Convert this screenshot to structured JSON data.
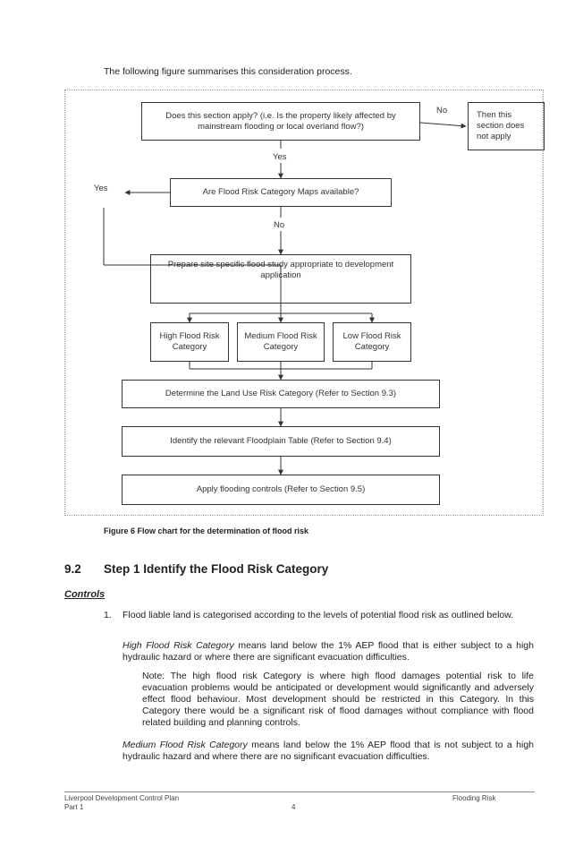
{
  "intro": "The following figure summarises this consideration process.",
  "flowchart": {
    "q1": "Does this section apply? (i.e. Is the property likely affected by mainstream flooding or local overland flow?)",
    "q1_no_label": "No",
    "not_apply": "Then this section does not apply",
    "q1_yes_label": "Yes",
    "q2": "Are Flood Risk Category Maps available?",
    "q2_yes_label": "Yes",
    "q2_no_label": "No",
    "study": "Prepare site specific flood study appropriate to development application",
    "high": "High Flood Risk Category",
    "medium": "Medium Flood Risk Category",
    "low": "Low Flood Risk Category",
    "land_use": "Determine the Land Use Risk Category (Refer to Section 9.3)",
    "floodplain": "Identify the relevant Floodplain Table (Refer to Section 9.4)",
    "controls": "Apply flooding controls (Refer to Section 9.5)"
  },
  "caption": "Figure 6 Flow chart for the determination of flood risk",
  "section": {
    "number": "9.2",
    "title": "Step 1 Identify the Flood Risk Category"
  },
  "controls_heading": "Controls",
  "list": {
    "number": "1.",
    "text": "Flood liable land is categorised according to the levels of potential flood risk as outlined below.",
    "high_term": "High Flood Risk Category",
    "high_def": " means land below the 1% AEP flood that is either subject to a high hydraulic hazard or where there are significant evacuation difficulties.",
    "note": "Note: The high flood risk Category is where high flood damages potential risk to life evacuation problems would be anticipated or development would significantly and adversely effect flood behaviour. Most development should be restricted in this Category. In this Category there would be a significant risk of flood damages without compliance with flood related building and planning controls.",
    "medium_term": "Medium Flood Risk Category",
    "medium_def": " means land below the 1% AEP flood that is not subject to a high hydraulic hazard and where there are no significant evacuation difficulties."
  },
  "footer": {
    "doc": "Liverpool Development Control Plan",
    "part": "Part 1",
    "page": "4",
    "section": "Flooding Risk"
  }
}
